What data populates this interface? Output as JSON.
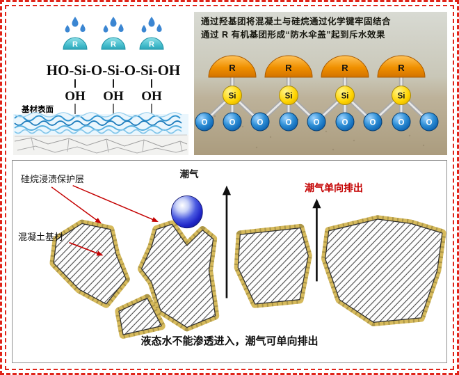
{
  "panel_silane": {
    "formula": "HO-Si-O-Si-O-Si-OH",
    "oh_label": "OH",
    "r_label": "R",
    "substrate_surface_label": "基材表面"
  },
  "panel_molecule": {
    "line1": "通过羟基团将混凝土与硅烷通过化学键牢固结合",
    "line2": "通过 R 有机基团形成“防水伞盖”起到斥水效果",
    "r_label": "R",
    "si_label": "Si",
    "o_label": "O"
  },
  "panel_cross_section": {
    "coating_label": "硅烷浸渍保护层",
    "substrate_label": "混凝土基材",
    "moisture_label": "潮气",
    "one_way_label": "潮气单向排出",
    "caption": "液态水不能渗透进入，潮气可单向排出"
  },
  "colors": {
    "border_red": "#e02318",
    "accent_red": "#c40000",
    "umbrella_teal": "#49c2d4",
    "dome_orange": "#ef8e00",
    "si_yellow": "#ffd400",
    "o_blue": "#1470bd",
    "coating_tan": "#d6ba5c"
  }
}
